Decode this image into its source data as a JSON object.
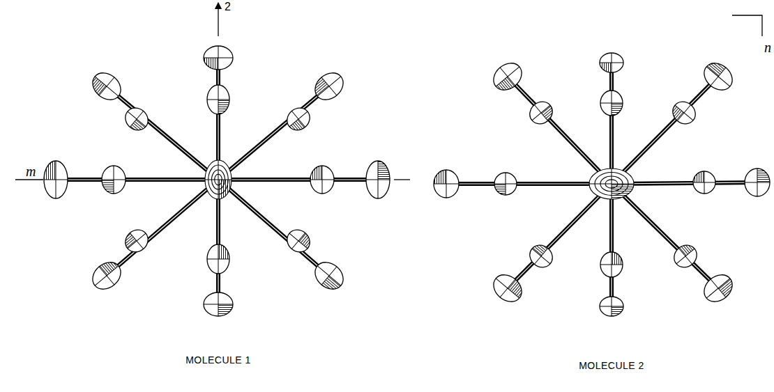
{
  "diagram": {
    "labels": [
      "2",
      "m",
      "n",
      "MOLECULE 1",
      "MOLECULE 2"
    ]
  }
}
